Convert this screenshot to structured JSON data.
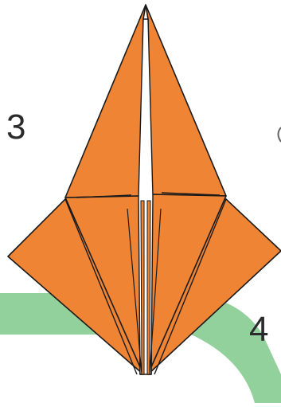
{
  "diagram": {
    "steps": [
      {
        "label": "3"
      },
      {
        "label": "4"
      }
    ],
    "colors": {
      "paper_orange": "#ef8534",
      "fold_line": "#1a1a1a",
      "paper_white_gap": "#ffffff",
      "arrow_green": "#93d19c",
      "label_text": "#2b2b2b",
      "background": "#ffffff"
    },
    "figures": [
      {
        "name": "origami-crane-base-step-3",
        "description_icon": "origami-kite-shape"
      }
    ]
  }
}
